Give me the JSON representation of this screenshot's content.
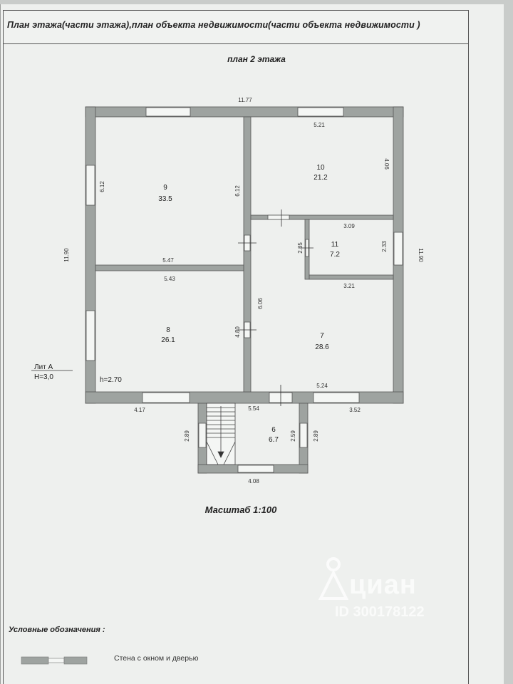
{
  "header": {
    "title": "План этажа(части этажа),план объекта недвижимости(части объекта недвижимости )"
  },
  "plan": {
    "floor_title": "план 2 этажа",
    "lit": "Лит А",
    "height_total": "H=3,0",
    "height_room": "h=2.70",
    "dims": {
      "top": "11.77",
      "left": "11.90",
      "right": "11.90",
      "bottom_left": "4.17",
      "bottom_right": "3.52",
      "porch_bottom": "4.08",
      "porch_left": "2.89",
      "porch_right": "2.89",
      "porch_inner": "2.59",
      "porch_top": "5.54"
    },
    "rooms": [
      {
        "num": "9",
        "area": "33.5",
        "w": "5.47",
        "h": "6.12"
      },
      {
        "num": "10",
        "area": "21.2",
        "w": "5.21",
        "h": "4.06"
      },
      {
        "num": "11",
        "area": "7.2",
        "w": "3.09",
        "h": "2.33",
        "w2": "3.21",
        "h2": "2.35"
      },
      {
        "num": "8",
        "area": "26.1",
        "w": "5.43",
        "h": "4.80"
      },
      {
        "num": "7",
        "area": "28.6",
        "w": "5.24",
        "h": "6.06"
      },
      {
        "num": "6",
        "area": "6.7"
      }
    ],
    "inner_dims": {
      "r9_right": "6.12"
    }
  },
  "scale": "Масштаб 1:100",
  "legend": {
    "title": "Условные обозначения :",
    "wall_window_door": "Стена с окном и дверью"
  },
  "watermark": {
    "brand": "циан",
    "id": "ID 300178122"
  }
}
